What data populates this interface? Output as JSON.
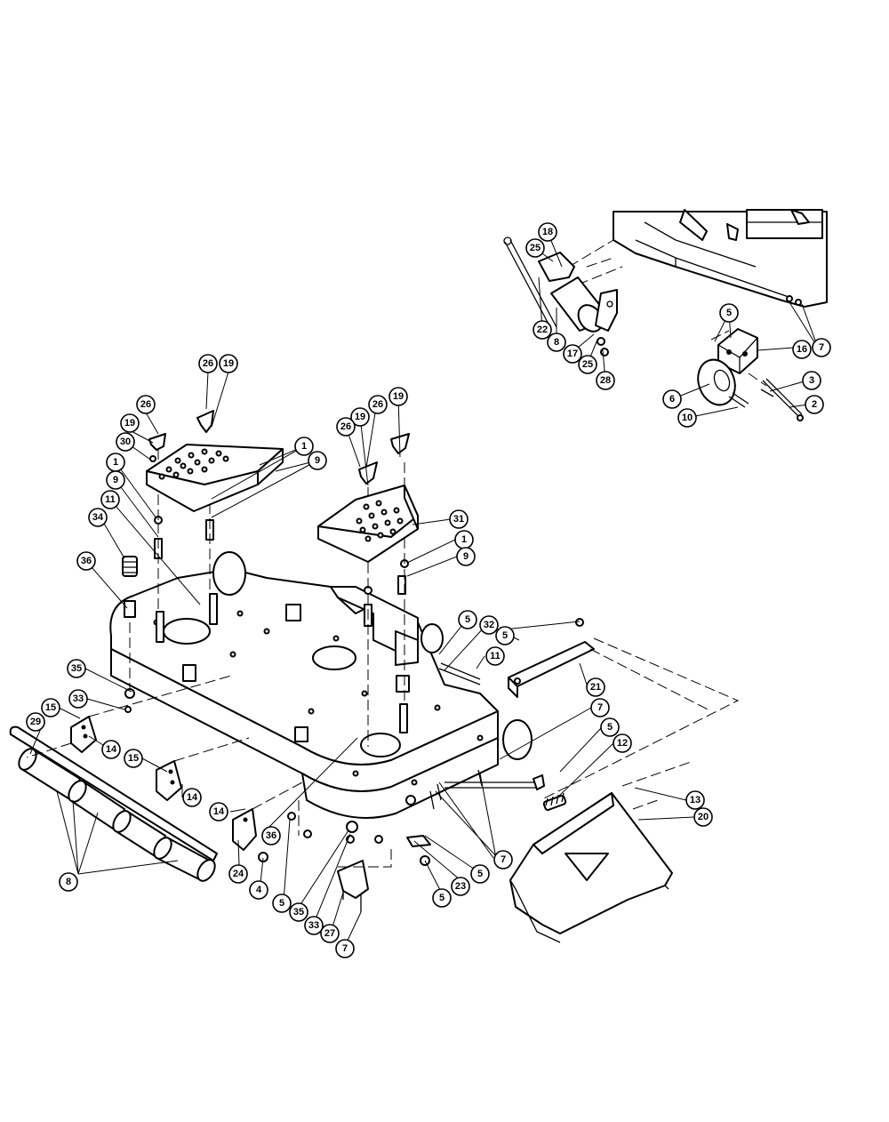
{
  "callouts": [
    {
      "id": "c26a",
      "label": "26",
      "target": [
        232,
        460
      ]
    },
    {
      "id": "c19a",
      "label": "19",
      "target": [
        234,
        484
      ]
    },
    {
      "id": "c26b",
      "label": "26",
      "target": [
        178,
        490
      ]
    },
    {
      "id": "c19b",
      "label": "19",
      "target": [
        172,
        500
      ]
    },
    {
      "id": "c30",
      "label": "30",
      "target": [
        170,
        518
      ]
    },
    {
      "id": "c1a",
      "label": "1",
      "target": [
        236,
        560
      ]
    },
    {
      "id": "c9a",
      "label": "9",
      "target": [
        236,
        582
      ]
    },
    {
      "id": "c1b",
      "label": "1",
      "target": [
        176,
        584
      ]
    },
    {
      "id": "c9b",
      "label": "9",
      "target": [
        178,
        604
      ]
    },
    {
      "id": "c11a",
      "label": "11",
      "target": [
        225,
        680
      ]
    },
    {
      "id": "c34",
      "label": "34",
      "target": [
        145,
        630
      ]
    },
    {
      "id": "c36a",
      "label": "36",
      "target": [
        145,
        686
      ]
    },
    {
      "id": "c26c",
      "label": "26",
      "target": [
        448,
        490
      ]
    },
    {
      "id": "c19c",
      "label": "19",
      "target": [
        452,
        516
      ]
    },
    {
      "id": "c19d",
      "label": "19",
      "target": [
        412,
        548
      ]
    },
    {
      "id": "c26d",
      "label": "26",
      "target": [
        412,
        528
      ]
    },
    {
      "id": "c31",
      "label": "31",
      "target": [
        462,
        592
      ]
    },
    {
      "id": "c1c",
      "label": "1",
      "target": [
        455,
        634
      ]
    },
    {
      "id": "c9c",
      "label": "9",
      "target": [
        457,
        650
      ]
    },
    {
      "id": "c5a",
      "label": "5",
      "target": [
        493,
        738
      ]
    },
    {
      "id": "c32",
      "label": "32",
      "target": [
        498,
        756
      ]
    },
    {
      "id": "c5b",
      "label": "5",
      "target": [
        652,
        699
      ]
    },
    {
      "id": "c11b",
      "label": "11",
      "target": [
        536,
        752
      ]
    },
    {
      "id": "c21",
      "label": "21",
      "target": [
        652,
        745
      ]
    },
    {
      "id": "c7a",
      "label": "7",
      "target": [
        560,
        857
      ]
    },
    {
      "id": "c5c",
      "label": "5",
      "target": [
        628,
        870
      ]
    },
    {
      "id": "c12",
      "label": "12",
      "target": [
        624,
        900
      ]
    },
    {
      "id": "c13",
      "label": "13",
      "target": [
        712,
        886
      ]
    },
    {
      "id": "c20",
      "label": "20",
      "target": [
        716,
        924
      ]
    },
    {
      "id": "c35a",
      "label": "35",
      "target": [
        148,
        780
      ]
    },
    {
      "id": "c33a",
      "label": "33",
      "target": [
        140,
        800
      ]
    },
    {
      "id": "c15a",
      "label": "15",
      "target": [
        90,
        810
      ]
    },
    {
      "id": "c29",
      "label": "29",
      "target": [
        36,
        850
      ]
    },
    {
      "id": "c14a",
      "label": "14",
      "target": [
        100,
        830
      ]
    },
    {
      "id": "c15b",
      "label": "15",
      "target": [
        188,
        870
      ]
    },
    {
      "id": "c14b",
      "label": "14",
      "target": [
        205,
        880
      ]
    },
    {
      "id": "c14c",
      "label": "14",
      "target": [
        278,
        912
      ]
    },
    {
      "id": "c36b",
      "label": "36",
      "target": [
        402,
        830
      ]
    },
    {
      "id": "c24",
      "label": "24",
      "target": [
        270,
        945
      ]
    },
    {
      "id": "c4",
      "label": "4",
      "target": [
        296,
        964
      ]
    },
    {
      "id": "c5d",
      "label": "5",
      "target": [
        326,
        922
      ]
    },
    {
      "id": "c35b",
      "label": "35",
      "target": [
        393,
        935
      ]
    },
    {
      "id": "c33b",
      "label": "33",
      "target": [
        394,
        934
      ]
    },
    {
      "id": "c27",
      "label": "27",
      "target": [
        386,
        1004
      ]
    },
    {
      "id": "c7b",
      "label": "7",
      "target": [
        406,
        1026
      ]
    },
    {
      "id": "c7c",
      "label": "7",
      "target": [
        490,
        890
      ]
    },
    {
      "id": "c5e",
      "label": "5",
      "target": [
        478,
        940
      ]
    },
    {
      "id": "c23",
      "label": "23",
      "target": [
        466,
        946
      ]
    },
    {
      "id": "c5f",
      "label": "5",
      "target": [
        478,
        968
      ]
    },
    {
      "id": "c8a",
      "label": "8",
      "target": [
        200,
        968
      ]
    },
    {
      "id": "c18",
      "label": "18",
      "target": [
        632,
        300
      ]
    },
    {
      "id": "c25a",
      "label": "25",
      "target": [
        622,
        294
      ]
    },
    {
      "id": "c22",
      "label": "22",
      "target": [
        608,
        312
      ]
    },
    {
      "id": "c8b",
      "label": "8",
      "target": [
        626,
        346
      ]
    },
    {
      "id": "c17",
      "label": "17",
      "target": [
        668,
        376
      ]
    },
    {
      "id": "c25b",
      "label": "25",
      "target": [
        672,
        382
      ]
    },
    {
      "id": "c28",
      "label": "28",
      "target": [
        678,
        394
      ]
    },
    {
      "id": "c5g",
      "label": "5",
      "target": [
        822,
        380
      ]
    },
    {
      "id": "c16",
      "label": "16",
      "target": [
        852,
        394
      ]
    },
    {
      "id": "c7d",
      "label": "7",
      "target": [
        900,
        342
      ]
    },
    {
      "id": "c6",
      "label": "6",
      "target": [
        798,
        430
      ]
    },
    {
      "id": "c3",
      "label": "3",
      "target": [
        866,
        440
      ]
    },
    {
      "id": "c2",
      "label": "2",
      "target": [
        888,
        458
      ]
    },
    {
      "id": "c10",
      "label": "10",
      "target": [
        830,
        464
      ]
    }
  ]
}
